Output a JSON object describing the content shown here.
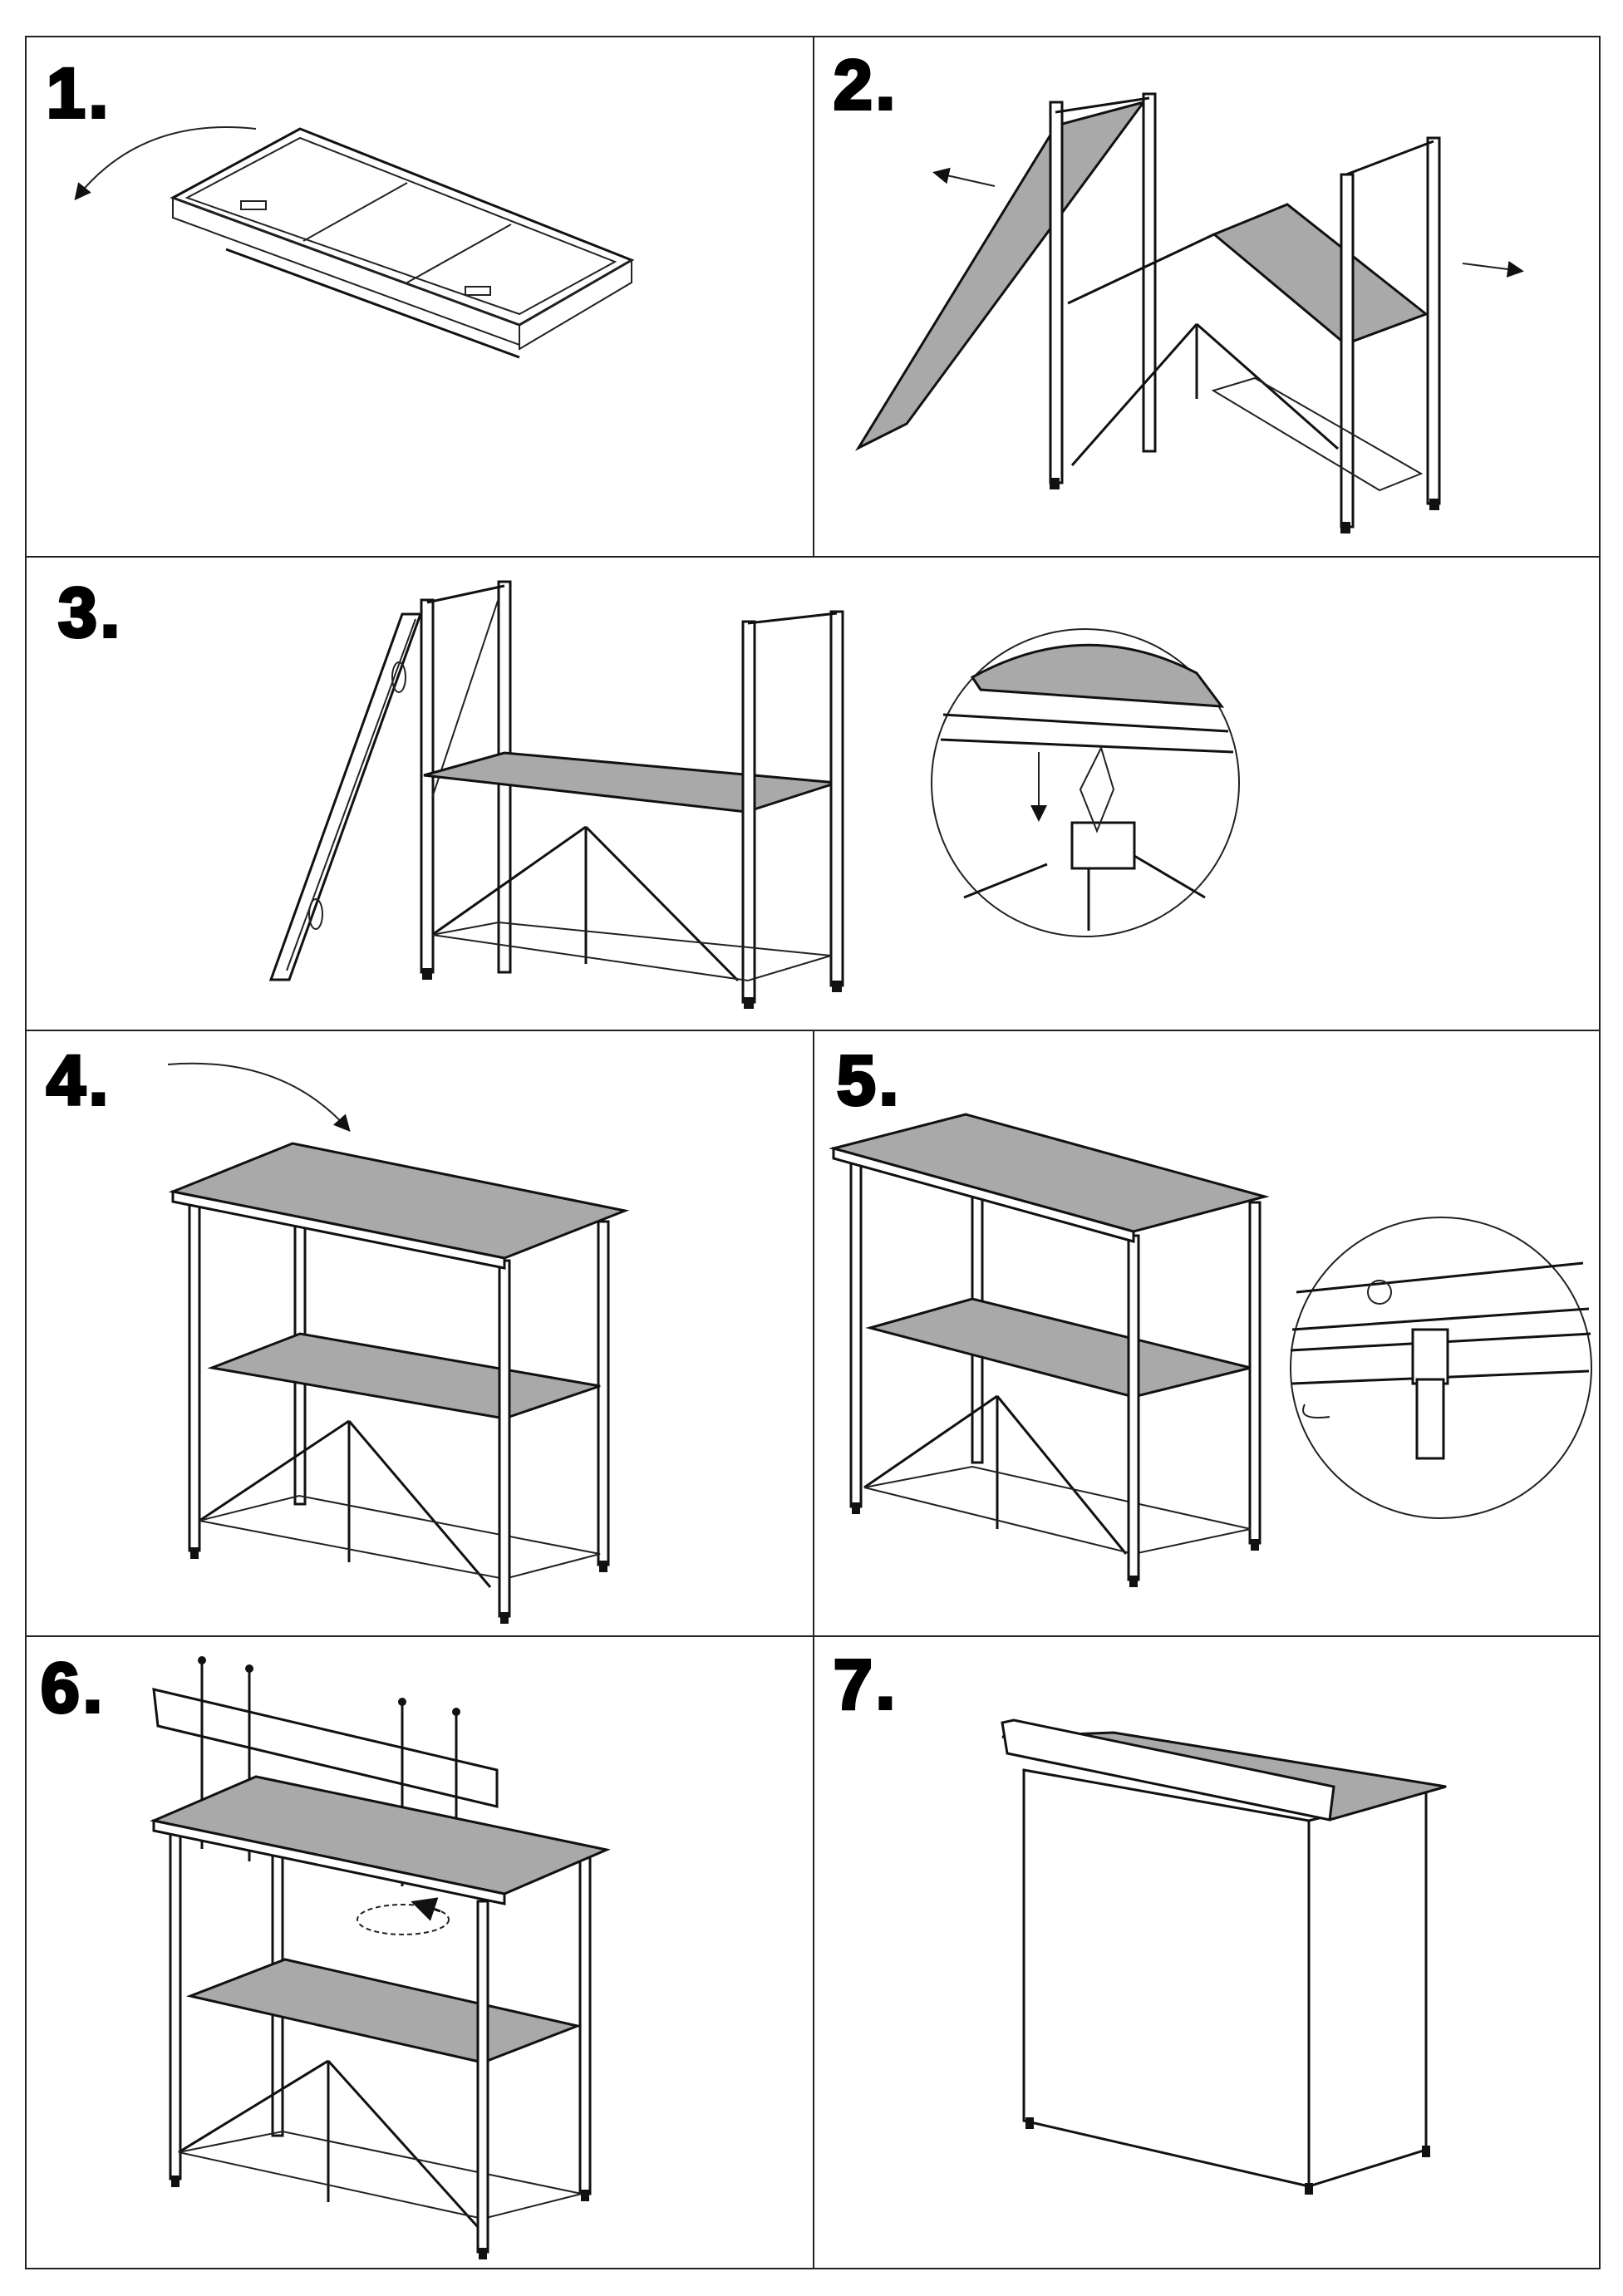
{
  "document": {
    "steps": [
      {
        "number": "1."
      },
      {
        "number": "2."
      },
      {
        "number": "3."
      },
      {
        "number": "4."
      },
      {
        "number": "5."
      },
      {
        "number": "6."
      },
      {
        "number": "7."
      }
    ]
  }
}
